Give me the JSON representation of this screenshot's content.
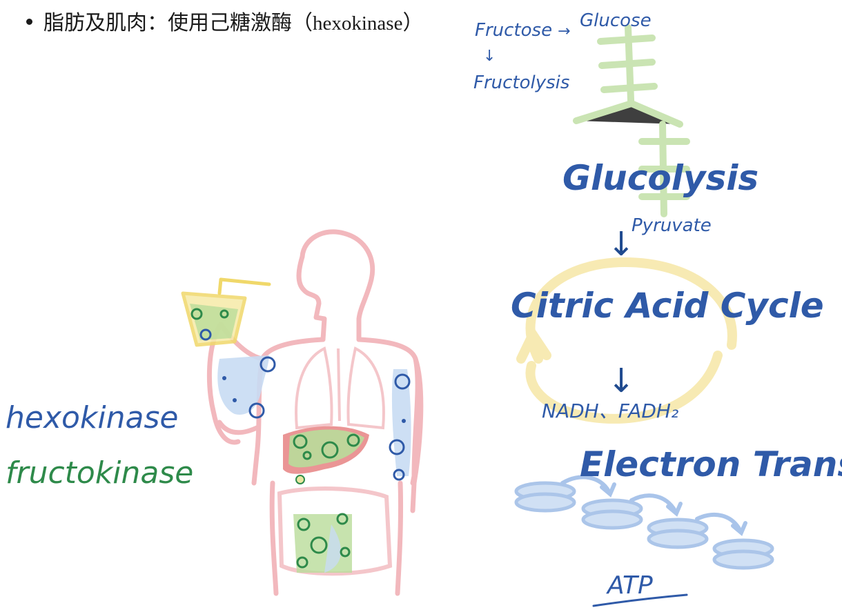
{
  "header": {
    "bullet_cn": "脂肪及肌肉：使用己糖激酶（",
    "bullet_en": "hexokinase",
    "bullet_close": "）"
  },
  "left_labels": {
    "hexokinase": "hexokinase",
    "fructokinase": "fructokinase"
  },
  "pathway": {
    "fructose": "Fructose",
    "arrow_right": "→",
    "glucose": "Glucose",
    "arrow_down": "↓",
    "fructolysis": "Fructolysis",
    "glycolysis": "Glucolysis",
    "pyruvate": "Pyruvate",
    "citric": "Citric Acid Cycle",
    "nadh": "NADH、FADH₂",
    "electron": "Electron Transport",
    "atp": "ATP"
  },
  "colors": {
    "blue_ink": "#2f5aa8",
    "green_ink": "#2e8a4a",
    "body_outline": "#f2b8bd",
    "liver": "#e88a8a",
    "organ_fill": "#b9dc9a",
    "cup": "#f0d86a",
    "blue_wash": "#a9c4ea"
  }
}
